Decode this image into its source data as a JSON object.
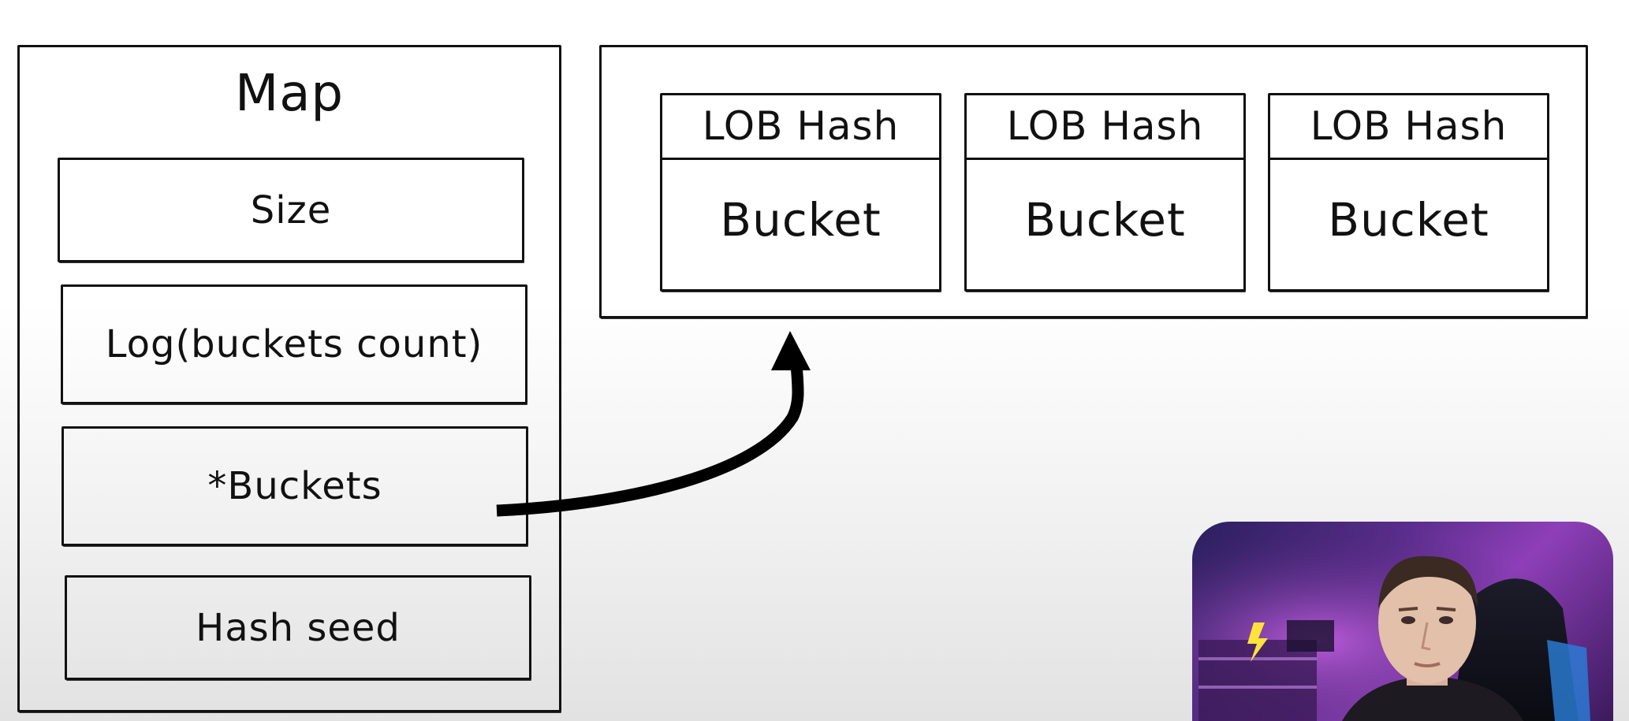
{
  "map": {
    "title": "Map",
    "fields": {
      "size": "Size",
      "log_buckets_count": "Log(buckets count)",
      "buckets_pointer": "*Buckets",
      "hash_seed": "Hash seed"
    }
  },
  "buckets_array": {
    "buckets": [
      {
        "header": "LOB Hash",
        "body": "Bucket"
      },
      {
        "header": "LOB Hash",
        "body": "Bucket"
      },
      {
        "header": "LOB Hash",
        "body": "Bucket"
      }
    ]
  },
  "colors": {
    "stroke": "#111111",
    "background": "#ffffff"
  }
}
